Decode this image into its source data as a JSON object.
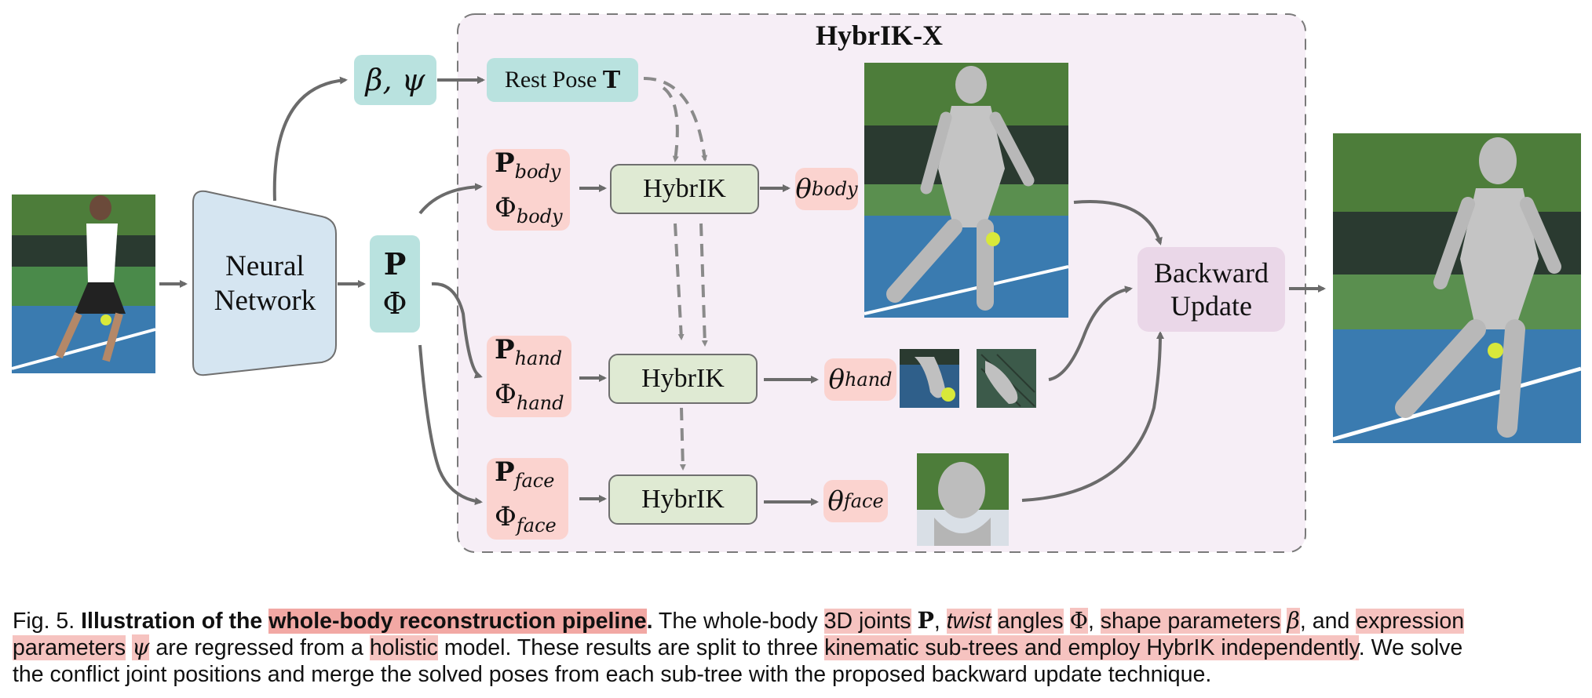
{
  "figure": {
    "title": "HybrIK-X",
    "network": [
      "Neural",
      "Network"
    ],
    "shape_params": "β, ψ",
    "rest_pose": {
      "text": "Rest Pose ",
      "sym": "T"
    },
    "joints": {
      "p": "P",
      "phi": "Φ"
    },
    "body_inputs": {
      "p": "P",
      "p_sub": "body",
      "phi": "Φ",
      "phi_sub": "body"
    },
    "hand_inputs": {
      "p": "P",
      "p_sub": "hand",
      "phi": "Φ",
      "phi_sub": "hand"
    },
    "face_inputs": {
      "p": "P",
      "p_sub": "face",
      "phi": "Φ",
      "phi_sub": "face"
    },
    "solver_label": "HybrIK",
    "theta_body": {
      "sym": "θ",
      "sub": "body"
    },
    "theta_hand": {
      "sym": "θ",
      "sub": "hand"
    },
    "theta_face": {
      "sym": "θ",
      "sub": "face"
    },
    "backward": [
      "Backward",
      "Update"
    ],
    "colors": {
      "teal": "#b9e2df",
      "pink": "#fbd3cf",
      "green": "#dfead3",
      "purple": "#ead7e8",
      "region": "#f6eef6",
      "arrow": "#6b6b6b"
    }
  },
  "caption": {
    "fig_label": "Fig. 5.",
    "bold_a": "Illustration of the",
    "bold_b": "whole-body reconstruction pipeline",
    "bold_c": ".",
    "t1": "The whole-body",
    "h1": "3D joints",
    "s1": "P",
    "t2": ",",
    "h2": "twist",
    "h3": "angles",
    "s2": "Φ",
    "t3": ",",
    "h4": "shape parameters",
    "s3": "β",
    "t4": ", and",
    "h5": "expression",
    "h6": "parameters",
    "s4": "ψ",
    "t5": "are regressed from a",
    "h7": "holistic",
    "t6": "model. These results are split to three",
    "h8": "kinematic sub-trees and employ HybrIK independently",
    "t7": ". We solve",
    "line3": "the conflict joint positions and merge the solved poses from each sub-tree with the proposed backward update technique."
  }
}
